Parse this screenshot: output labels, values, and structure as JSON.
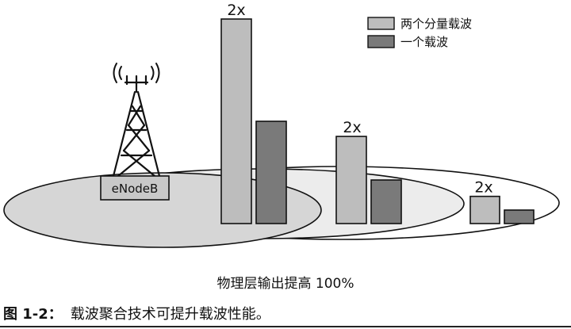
{
  "legend": {
    "items": [
      {
        "label": "两个分量载波",
        "color": "#bdbdbd"
      },
      {
        "label": "一个载波",
        "color": "#7a7a7a"
      }
    ]
  },
  "station": {
    "label": "eNodeB"
  },
  "groups": [
    {
      "tall_label": "2x",
      "two_carrier_level": 1.0,
      "one_carrier_level": 0.5
    },
    {
      "tall_label": "2x",
      "two_carrier_level": 0.426,
      "one_carrier_level": 0.213
    },
    {
      "tall_label": "2x",
      "two_carrier_level": 0.133,
      "one_carrier_level": 0.066
    }
  ],
  "subcaption": "物理层输出提高 100%",
  "caption": {
    "number": "图 1-2：",
    "text": "载波聚合技术可提升载波性能。"
  },
  "colors": {
    "light_bar": "#bdbdbd",
    "dark_bar": "#7a7a7a",
    "outline": "#111111",
    "cell_inner": "#d6d6d6",
    "cell_middle": "#ececec",
    "cell_outer": "#ffffff"
  }
}
